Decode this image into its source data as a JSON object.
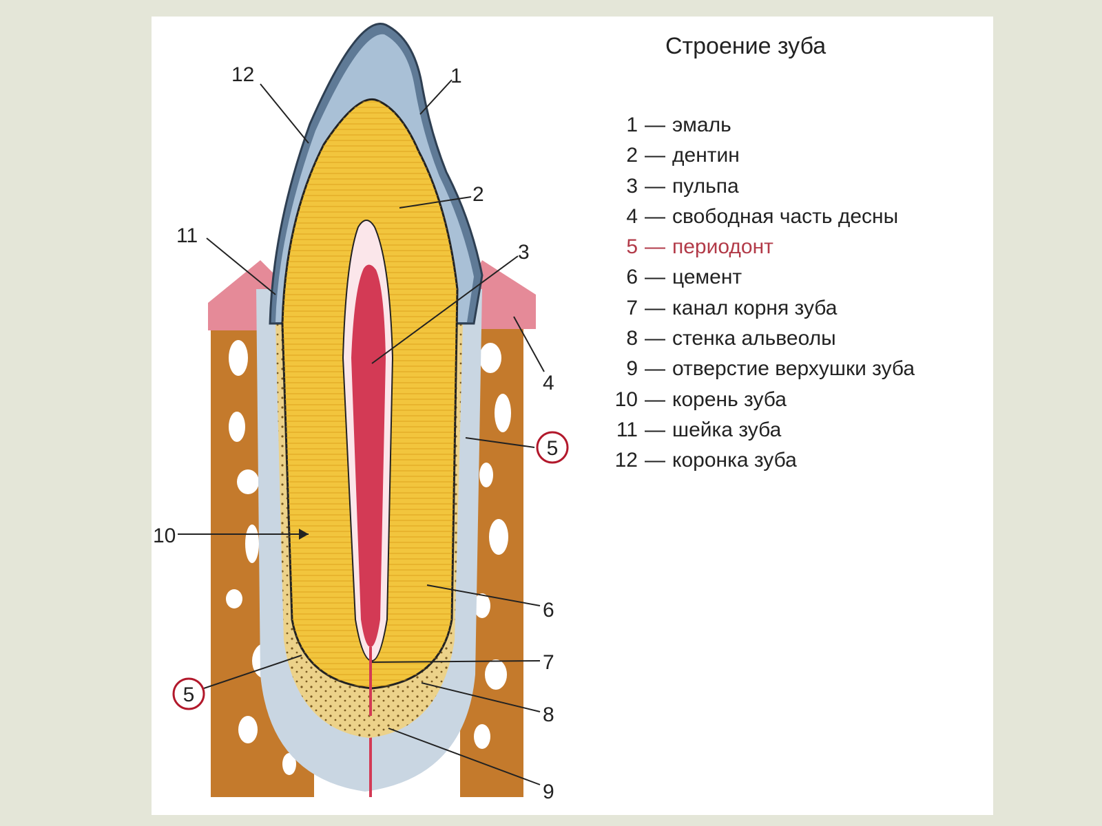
{
  "title": "Строение зуба",
  "colors": {
    "background": "#e4e6d8",
    "enamel": "#5f7a96",
    "dentin": "#f2c53d",
    "pulp": "#d33a55",
    "bone": "#c47a2c",
    "gum": "#e58a98",
    "periodontium": "#c9d6e2",
    "highlight": "#b23a48"
  },
  "legend": [
    {
      "num": "1",
      "dash": "—",
      "text": "эмаль"
    },
    {
      "num": "2",
      "dash": "—",
      "text": "дентин"
    },
    {
      "num": "3",
      "dash": "—",
      "text": "пульпа"
    },
    {
      "num": "4",
      "dash": "—",
      "text": "свободная часть десны"
    },
    {
      "num": "5",
      "dash": "—",
      "text": "периодонт",
      "highlight": true
    },
    {
      "num": "6",
      "dash": "—",
      "text": "цемент"
    },
    {
      "num": "7",
      "dash": "—",
      "text": "канал корня зуба"
    },
    {
      "num": "8",
      "dash": "—",
      "text": "стенка альвеолы"
    },
    {
      "num": "9",
      "dash": "—",
      "text": "отверстие верхушки зуба"
    },
    {
      "num": "10",
      "dash": "—",
      "text": "корень зуба"
    },
    {
      "num": "11",
      "dash": "—",
      "text": "шейка зуба"
    },
    {
      "num": "12",
      "dash": "—",
      "text": "коронка зуба"
    }
  ],
  "callouts": {
    "n1": "1",
    "n2": "2",
    "n3": "3",
    "n4": "4",
    "n5a": "5",
    "n5b": "5",
    "n6": "6",
    "n7": "7",
    "n8": "8",
    "n9": "9",
    "n10": "10",
    "n11": "11",
    "n12": "12"
  }
}
